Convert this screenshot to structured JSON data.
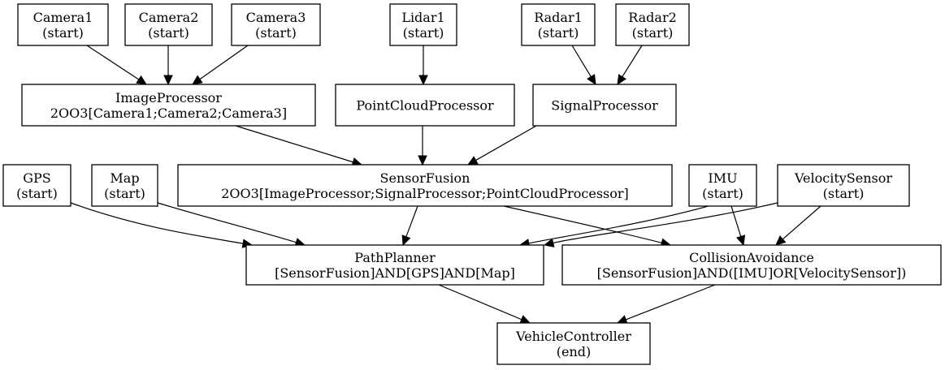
{
  "nodes": [
    {
      "id": "camera1",
      "lines": [
        "Camera1",
        "(start)"
      ]
    },
    {
      "id": "camera2",
      "lines": [
        "Camera2",
        "(start)"
      ]
    },
    {
      "id": "camera3",
      "lines": [
        "Camera3",
        "(start)"
      ]
    },
    {
      "id": "lidar1",
      "lines": [
        "Lidar1",
        "(start)"
      ]
    },
    {
      "id": "radar1",
      "lines": [
        "Radar1",
        "(start)"
      ]
    },
    {
      "id": "radar2",
      "lines": [
        "Radar2",
        "(start)"
      ]
    },
    {
      "id": "imageprocessor",
      "lines": [
        "ImageProcessor",
        "2OO3[Camera1;Camera2;Camera3]"
      ]
    },
    {
      "id": "pointcloudprocessor",
      "lines": [
        "PointCloudProcessor"
      ]
    },
    {
      "id": "signalprocessor",
      "lines": [
        "SignalProcessor"
      ]
    },
    {
      "id": "gps",
      "lines": [
        "GPS",
        "(start)"
      ]
    },
    {
      "id": "map",
      "lines": [
        "Map",
        "(start)"
      ]
    },
    {
      "id": "sensorfusion",
      "lines": [
        "SensorFusion",
        "2OO3[ImageProcessor;SignalProcessor;PointCloudProcessor]"
      ]
    },
    {
      "id": "imu",
      "lines": [
        "IMU",
        "(start)"
      ]
    },
    {
      "id": "velocitysensor",
      "lines": [
        "VelocitySensor",
        "(start)"
      ]
    },
    {
      "id": "pathplanner",
      "lines": [
        "PathPlanner",
        "[SensorFusion]AND[GPS]AND[Map]"
      ]
    },
    {
      "id": "collisionavoidance",
      "lines": [
        "CollisionAvoidance",
        "[SensorFusion]AND([IMU]OR[VelocitySensor])"
      ]
    },
    {
      "id": "vehiclecontroller",
      "lines": [
        "VehicleController",
        "(end)"
      ]
    }
  ],
  "edges": [
    {
      "from": "camera1",
      "to": "imageprocessor"
    },
    {
      "from": "camera2",
      "to": "imageprocessor"
    },
    {
      "from": "camera3",
      "to": "imageprocessor"
    },
    {
      "from": "lidar1",
      "to": "pointcloudprocessor"
    },
    {
      "from": "radar1",
      "to": "signalprocessor"
    },
    {
      "from": "radar2",
      "to": "signalprocessor"
    },
    {
      "from": "imageprocessor",
      "to": "sensorfusion"
    },
    {
      "from": "pointcloudprocessor",
      "to": "sensorfusion"
    },
    {
      "from": "signalprocessor",
      "to": "sensorfusion"
    },
    {
      "from": "gps",
      "to": "pathplanner"
    },
    {
      "from": "map",
      "to": "pathplanner"
    },
    {
      "from": "sensorfusion",
      "to": "pathplanner"
    },
    {
      "from": "imu",
      "to": "pathplanner"
    },
    {
      "from": "velocitysensor",
      "to": "pathplanner"
    },
    {
      "from": "sensorfusion",
      "to": "collisionavoidance"
    },
    {
      "from": "imu",
      "to": "collisionavoidance"
    },
    {
      "from": "velocitysensor",
      "to": "collisionavoidance"
    },
    {
      "from": "pathplanner",
      "to": "vehiclecontroller"
    },
    {
      "from": "collisionavoidance",
      "to": "vehiclecontroller"
    }
  ]
}
